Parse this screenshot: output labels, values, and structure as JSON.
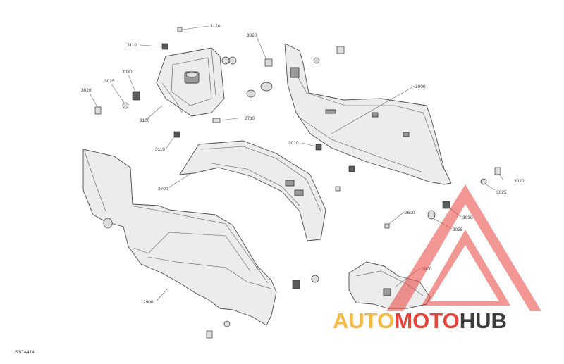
{
  "diagram": {
    "code": "S3CA414",
    "callouts": [
      "3120",
      "3110",
      "3020",
      "3025",
      "3030",
      "3100",
      "2710",
      "3110",
      "2700",
      "2900",
      "3000",
      "3010",
      "3020",
      "3025",
      "3030",
      "3035",
      "2600",
      "2800",
      "3020"
    ]
  },
  "watermark": {
    "part1": "AUTO",
    "part2": "MOTO",
    "part3": "HUB",
    "colors": {
      "auto": "#f4b942",
      "moto": "#e8423a",
      "hub": "#3c3c3c",
      "triangle": "#e8423a"
    }
  }
}
